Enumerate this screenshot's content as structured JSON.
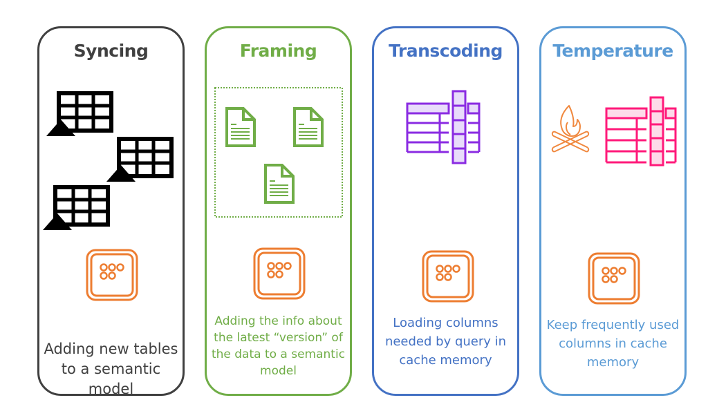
{
  "colors": {
    "syncing": "#404040",
    "framing": "#70ad47",
    "transcoding": "#4472c4",
    "temperature": "#5b9bd5",
    "model_icon": "#ed7d31",
    "transcode_table": "#8a2be2",
    "temperature_table": "#ff1a7a",
    "fire": "#f0883e"
  },
  "cards": [
    {
      "id": "syncing",
      "title": "Syncing",
      "icons": [
        "table-icon",
        "table-icon",
        "table-icon",
        "semantic-model-icon"
      ],
      "description": "Adding new tables to a semantic model"
    },
    {
      "id": "framing",
      "title": "Framing",
      "icons": [
        "document-icon",
        "document-icon",
        "document-icon",
        "semantic-model-icon"
      ],
      "description": "Adding the info about the latest “version” of the data to a semantic model"
    },
    {
      "id": "transcoding",
      "title": "Transcoding",
      "icons": [
        "columnar-table-icon",
        "semantic-model-icon"
      ],
      "description": "Loading columns needed by query in cache memory"
    },
    {
      "id": "temperature",
      "title": "Temperature",
      "icons": [
        "campfire-icon",
        "columnar-table-icon",
        "semantic-model-icon"
      ],
      "description": "Keep frequently used columns in cache memory"
    }
  ]
}
